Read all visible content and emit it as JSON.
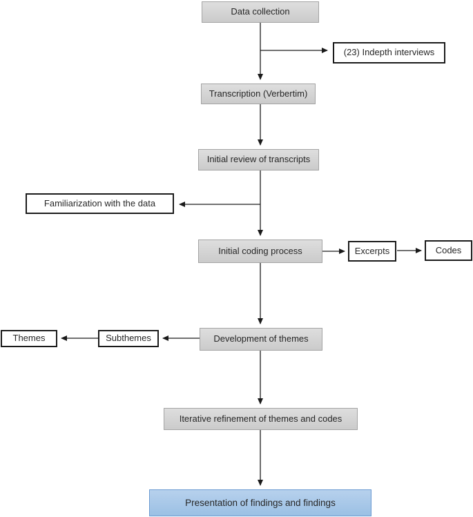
{
  "diagram": {
    "nodes": [
      {
        "id": "data-collection",
        "label": "Data collection",
        "type": "process"
      },
      {
        "id": "indepth-interviews",
        "label": "(23) Indepth interviews",
        "type": "callout"
      },
      {
        "id": "transcription",
        "label": "Transcription (Verbertim)",
        "type": "process"
      },
      {
        "id": "initial-review",
        "label": "Initial review of transcripts",
        "type": "process"
      },
      {
        "id": "familiarization",
        "label": "Familiarization with the data",
        "type": "callout"
      },
      {
        "id": "initial-coding",
        "label": "Initial coding process",
        "type": "process"
      },
      {
        "id": "excerpts",
        "label": "Excerpts",
        "type": "callout"
      },
      {
        "id": "codes",
        "label": "Codes",
        "type": "callout"
      },
      {
        "id": "development-themes",
        "label": "Development of themes",
        "type": "process"
      },
      {
        "id": "subthemes",
        "label": "Subthemes",
        "type": "callout"
      },
      {
        "id": "themes",
        "label": "Themes",
        "type": "callout"
      },
      {
        "id": "iterative-refinement",
        "label": "Iterative refinement of themes and codes",
        "type": "process"
      },
      {
        "id": "presentation",
        "label": "Presentation of findings and findings",
        "type": "final"
      }
    ],
    "colors": {
      "process_fill_top": "#dedede",
      "process_fill_bottom": "#cbcbcb",
      "process_border": "#a3a3a3",
      "callout_fill": "#ffffff",
      "callout_border": "#1a1a1a",
      "final_fill_top": "#b7d1ed",
      "final_fill_bottom": "#9bc0e4",
      "final_border": "#6b9bd2",
      "arrow": "#1a1a1a"
    }
  }
}
